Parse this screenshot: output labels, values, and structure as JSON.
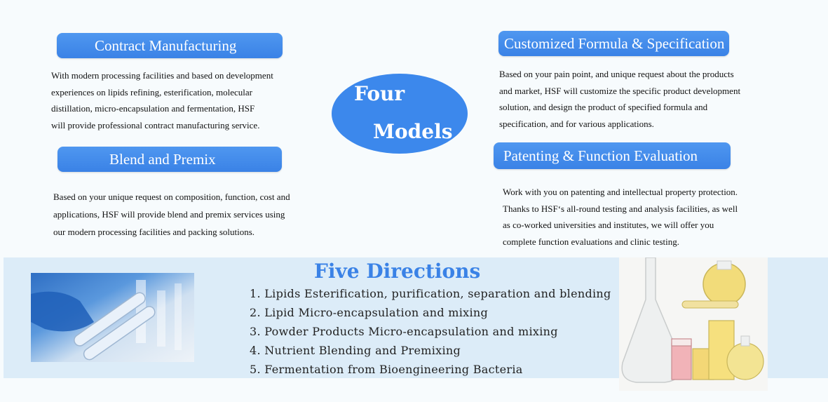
{
  "center": {
    "line1": "Four",
    "line2": "Models",
    "color": "#3c88ec"
  },
  "contract": {
    "title": "Contract Manufacturing",
    "lines": [
      "With modern processing facilities and based on development",
      "experiences on lipids refining, esterification, molecular",
      "distillation, micro-encapsulation and fermentation, HSF",
      "will provide professional contract manufacturing service."
    ]
  },
  "blend": {
    "title": "Blend and Premix",
    "lines": [
      "Based on your unique request on composition, function, cost and",
      "applications, HSF will provide blend and premix services using",
      "our modern processing facilities and packing solutions."
    ]
  },
  "custom": {
    "title": "Customized Formula & Specification",
    "lines": [
      "Based on your pain point, and unique request about the products",
      "and market, HSF will customize the specific product development",
      "solution, and design the product of specified formula and",
      "specification, and for various applications."
    ]
  },
  "patent": {
    "title": "Patenting & Function Evaluation",
    "lines": [
      "Work with you on patenting and intellectual property protection.",
      "Thanks to HSF‘s all-round testing and analysis facilities, as well",
      "as co-worked universities and institutes, we will offer you",
      "complete function evaluations and clinic testing."
    ]
  },
  "directions": {
    "title": "Five Directions",
    "items": [
      "1. Lipids Esterification, purification, separation and blending",
      "2. Lipid Micro-encapsulation and mixing",
      "3. Powder Products Micro-encapsulation and mixing",
      "4. Nutrient Blending and Premixing",
      "5. Fermentation from Bioengineering Bacteria"
    ]
  },
  "colors": {
    "accent": "#3a82e6",
    "band": "#dcecf8",
    "background": "#f7fbfd"
  }
}
